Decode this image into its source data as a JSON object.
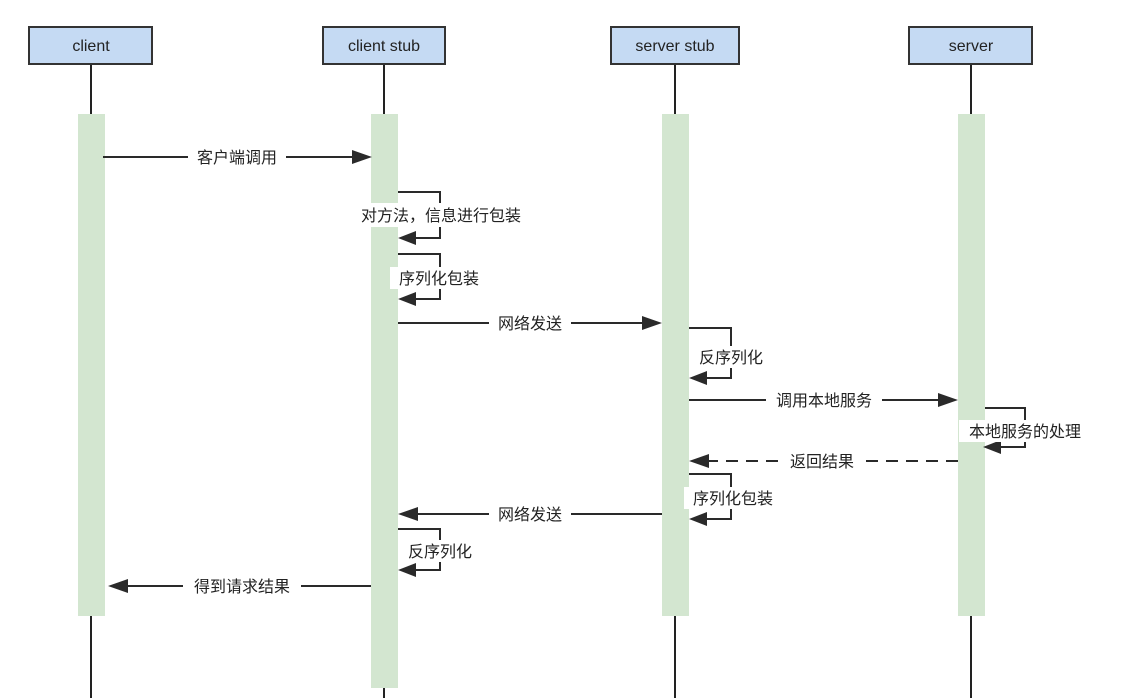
{
  "actors": [
    {
      "label": "client"
    },
    {
      "label": "client stub"
    },
    {
      "label": "server stub"
    },
    {
      "label": "server"
    }
  ],
  "messages": [
    {
      "label": "客户端调用"
    },
    {
      "label": "对方法，信息进行包装"
    },
    {
      "label": "序列化包装"
    },
    {
      "label": "网络发送"
    },
    {
      "label": "反序列化"
    },
    {
      "label": "调用本地服务"
    },
    {
      "label": "本地服务的处理"
    },
    {
      "label": "返回结果"
    },
    {
      "label": "序列化包装"
    },
    {
      "label": "网络发送"
    },
    {
      "label": "反序列化"
    },
    {
      "label": "得到请求结果"
    }
  ]
}
